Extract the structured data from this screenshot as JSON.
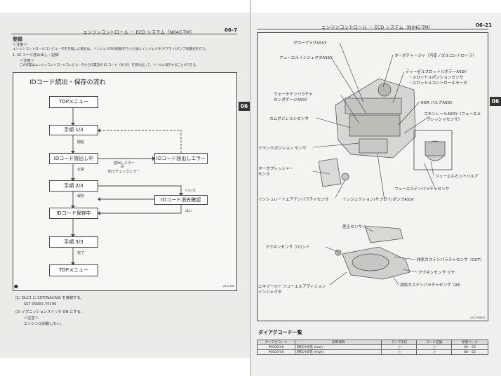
{
  "left": {
    "header": "エンジンコントロール － ECD システム（N04C-TM）",
    "page_no": "06–7",
    "section_title": "登録",
    "note_head": "＜注意＞",
    "note_text": "エンジンコントロールコンピュータを交換した場合は、インジェクタID登録を行った後にインジェクタ(サプライ)ポンプ初期化を行う。",
    "step1": "1.  ID コード読み出し・記録",
    "note2_head": "＜注意＞",
    "note2_text": "この作業はエンジンコントロールコンピュータから作業前の ID コード（30 桁）を読み出して、ツールに保存することができる。",
    "flow": {
      "title": "IDコード読出・保存の流れ",
      "top_menu": "TOPメニュー",
      "step_1_3": "手順 1/3",
      "label_start": "開始",
      "reading": "IDコード読出し中",
      "read_error": "IDコード読出しエラー",
      "label_read_error": "読出しエラー",
      "label_or": "or",
      "label_bcc": "BCCチェックエラー",
      "label_normal": "正常",
      "step_2_3": "手順 2/3",
      "label_no": "いいえ",
      "label_save": "保存",
      "delete_confirm": "IDコード消去確認",
      "label_yes": "はい",
      "saving": "IDコード保存中",
      "step_3_3": "手順 3/3",
      "label_done": "完了",
      "top_menu_end": "TOPメニュー",
      "footnote": "A131560"
    },
    "ins1": "(1)  DLC3 に SST(TaSCAN) を接続する。",
    "ins1_sst": "SST    09991-70200",
    "ins2": "(2)  イグニッションスイッチ ON にする。",
    "note3_head": "＜注意＞",
    "note3_text": "エンジンは始動しない。"
  },
  "right": {
    "header": "エンジンコントロール － ECD システム（N04C-TM）",
    "page_no": "06–21",
    "tab": "06",
    "callouts": {
      "glow_plug": "グロープラグASSY",
      "fuel_injector": "フューエルインジェクタASSY",
      "turbo": "ターボチャージャ（可変ノズルコントローラ）",
      "throttle_body": "ディーゼルスロットルボデーASSY",
      "throttle_sensor": "・スロットルポジションセンサ",
      "throttle_motor": "・スロットルコントロールモータ",
      "water_temp": "ウォータテンパラチャ",
      "water_temp2": "センダゲージASSY",
      "egr_valve": "EGR バルブASSY",
      "cam_sensor": "カムポジションセンサ",
      "common_rail": "コモンレールASSY（フューエル",
      "common_rail2": "プレッシャセンサ）",
      "crank_sensor": "クランクポジション センサ",
      "turbo_pressure": "ターボプレッシャー",
      "turbo_pressure2": "センサ",
      "fuel_cut": "フューエルカットバルブ",
      "fuel_temp": "フューエルテンパラチャセンサ",
      "intake_temp": "インシュレートエアテンパラチャセンサ",
      "injection_pump": "インジェクション(サプライ)ポンプASSY",
      "diff_sensor": "差圧センサ",
      "exhaust_temp_out": "排気ガステンパラチャセンサ（OUT）",
      "o2_front": "クウネンセンサ フロント",
      "o2_rear": "クウネンセンサ リヤ",
      "exhaust_temp_in": "排気ガステンパラチャセンサ（IN）",
      "exhaust_injector": "エキゾースト フューエルアディション",
      "exhaust_injector2": "インジェクタ"
    },
    "figure_id": "A131566J01",
    "dtc_title": "ダイアグコード一覧",
    "dtc_table": {
      "headers": [
        "ダイアグコード",
        "診断項目",
        "ランプ点灯",
        "コード記憶",
        "参照ページ"
      ],
      "rows": [
        [
          "P0006/49",
          "燃料冷却低 (Low)",
          "○",
          "○",
          "06 – 52"
        ],
        [
          "P0007/49",
          "燃料冷却低 (High)",
          "○",
          "○",
          "06 – 52"
        ]
      ]
    }
  },
  "left_tab": "06"
}
